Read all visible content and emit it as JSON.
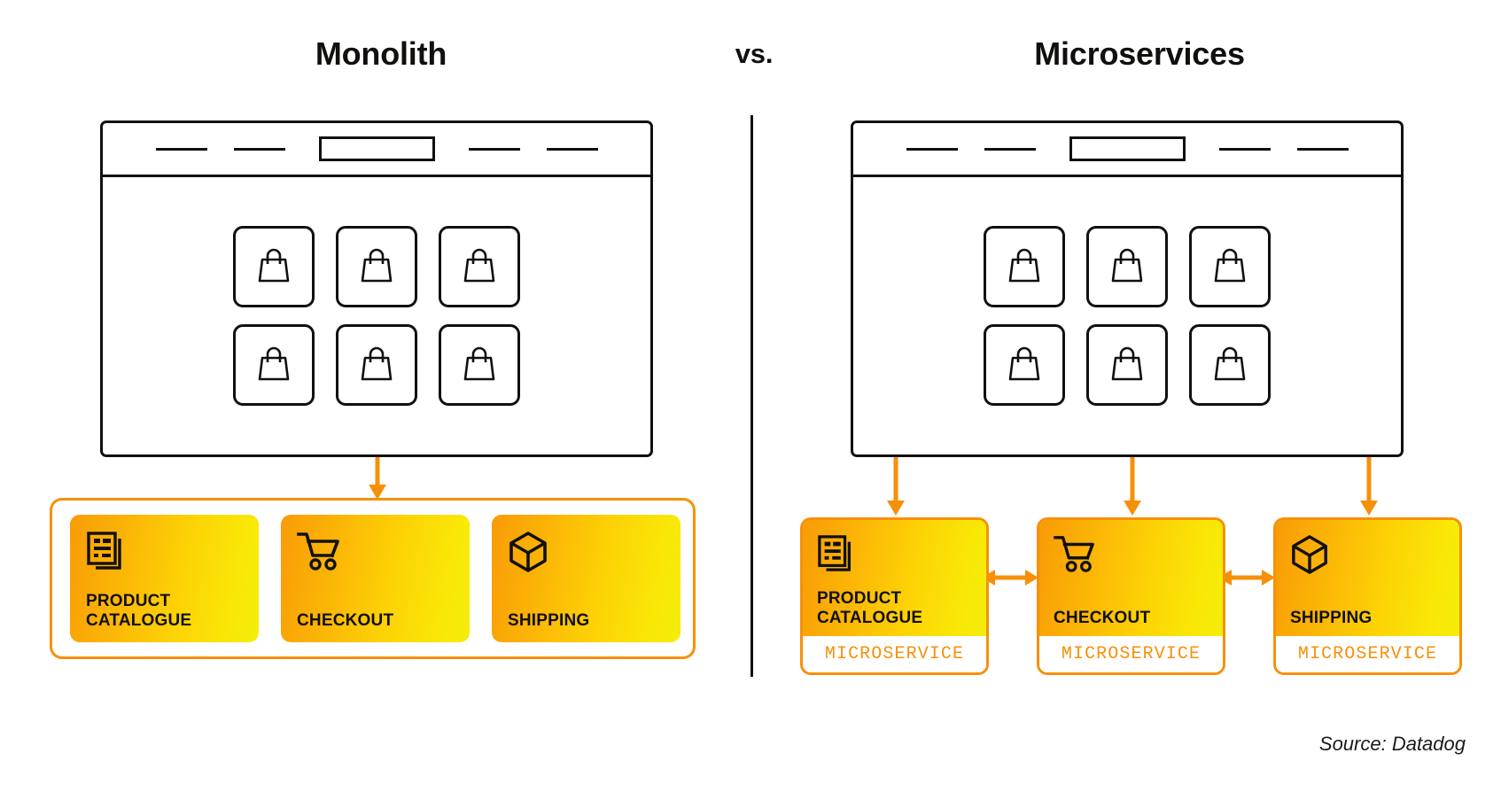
{
  "headings": {
    "left": "Monolith",
    "middle": "vs.",
    "right": "Microservices"
  },
  "colors": {
    "ink": "#12100e",
    "accent_orange": "#f79009",
    "gradient_start": "#f99b07",
    "gradient_end": "#f5ed0a",
    "background": "#ffffff"
  },
  "browser_mock": {
    "toolbar": {
      "dash_count": 4,
      "url_box_label": ""
    },
    "tile_count": 6,
    "tile_icon": "shopping-bag-icon"
  },
  "monolith": {
    "container_label": "",
    "arrow": "arrow-down",
    "services": [
      {
        "icon": "documents-stack-icon",
        "label": "PRODUCT\nCATALOGUE"
      },
      {
        "icon": "shopping-cart-icon",
        "label": "CHECKOUT"
      },
      {
        "icon": "package-box-icon",
        "label": "SHIPPING"
      }
    ]
  },
  "microservices": {
    "arrows_down": 3,
    "arrows_between": 2,
    "services": [
      {
        "icon": "documents-stack-icon",
        "label": "PRODUCT\nCATALOGUE",
        "badge": "MICROSERVICE"
      },
      {
        "icon": "shopping-cart-icon",
        "label": "CHECKOUT",
        "badge": "MICROSERVICE"
      },
      {
        "icon": "package-box-icon",
        "label": "SHIPPING",
        "badge": "MICROSERVICE"
      }
    ]
  },
  "footer": {
    "source": "Source: Datadog"
  }
}
